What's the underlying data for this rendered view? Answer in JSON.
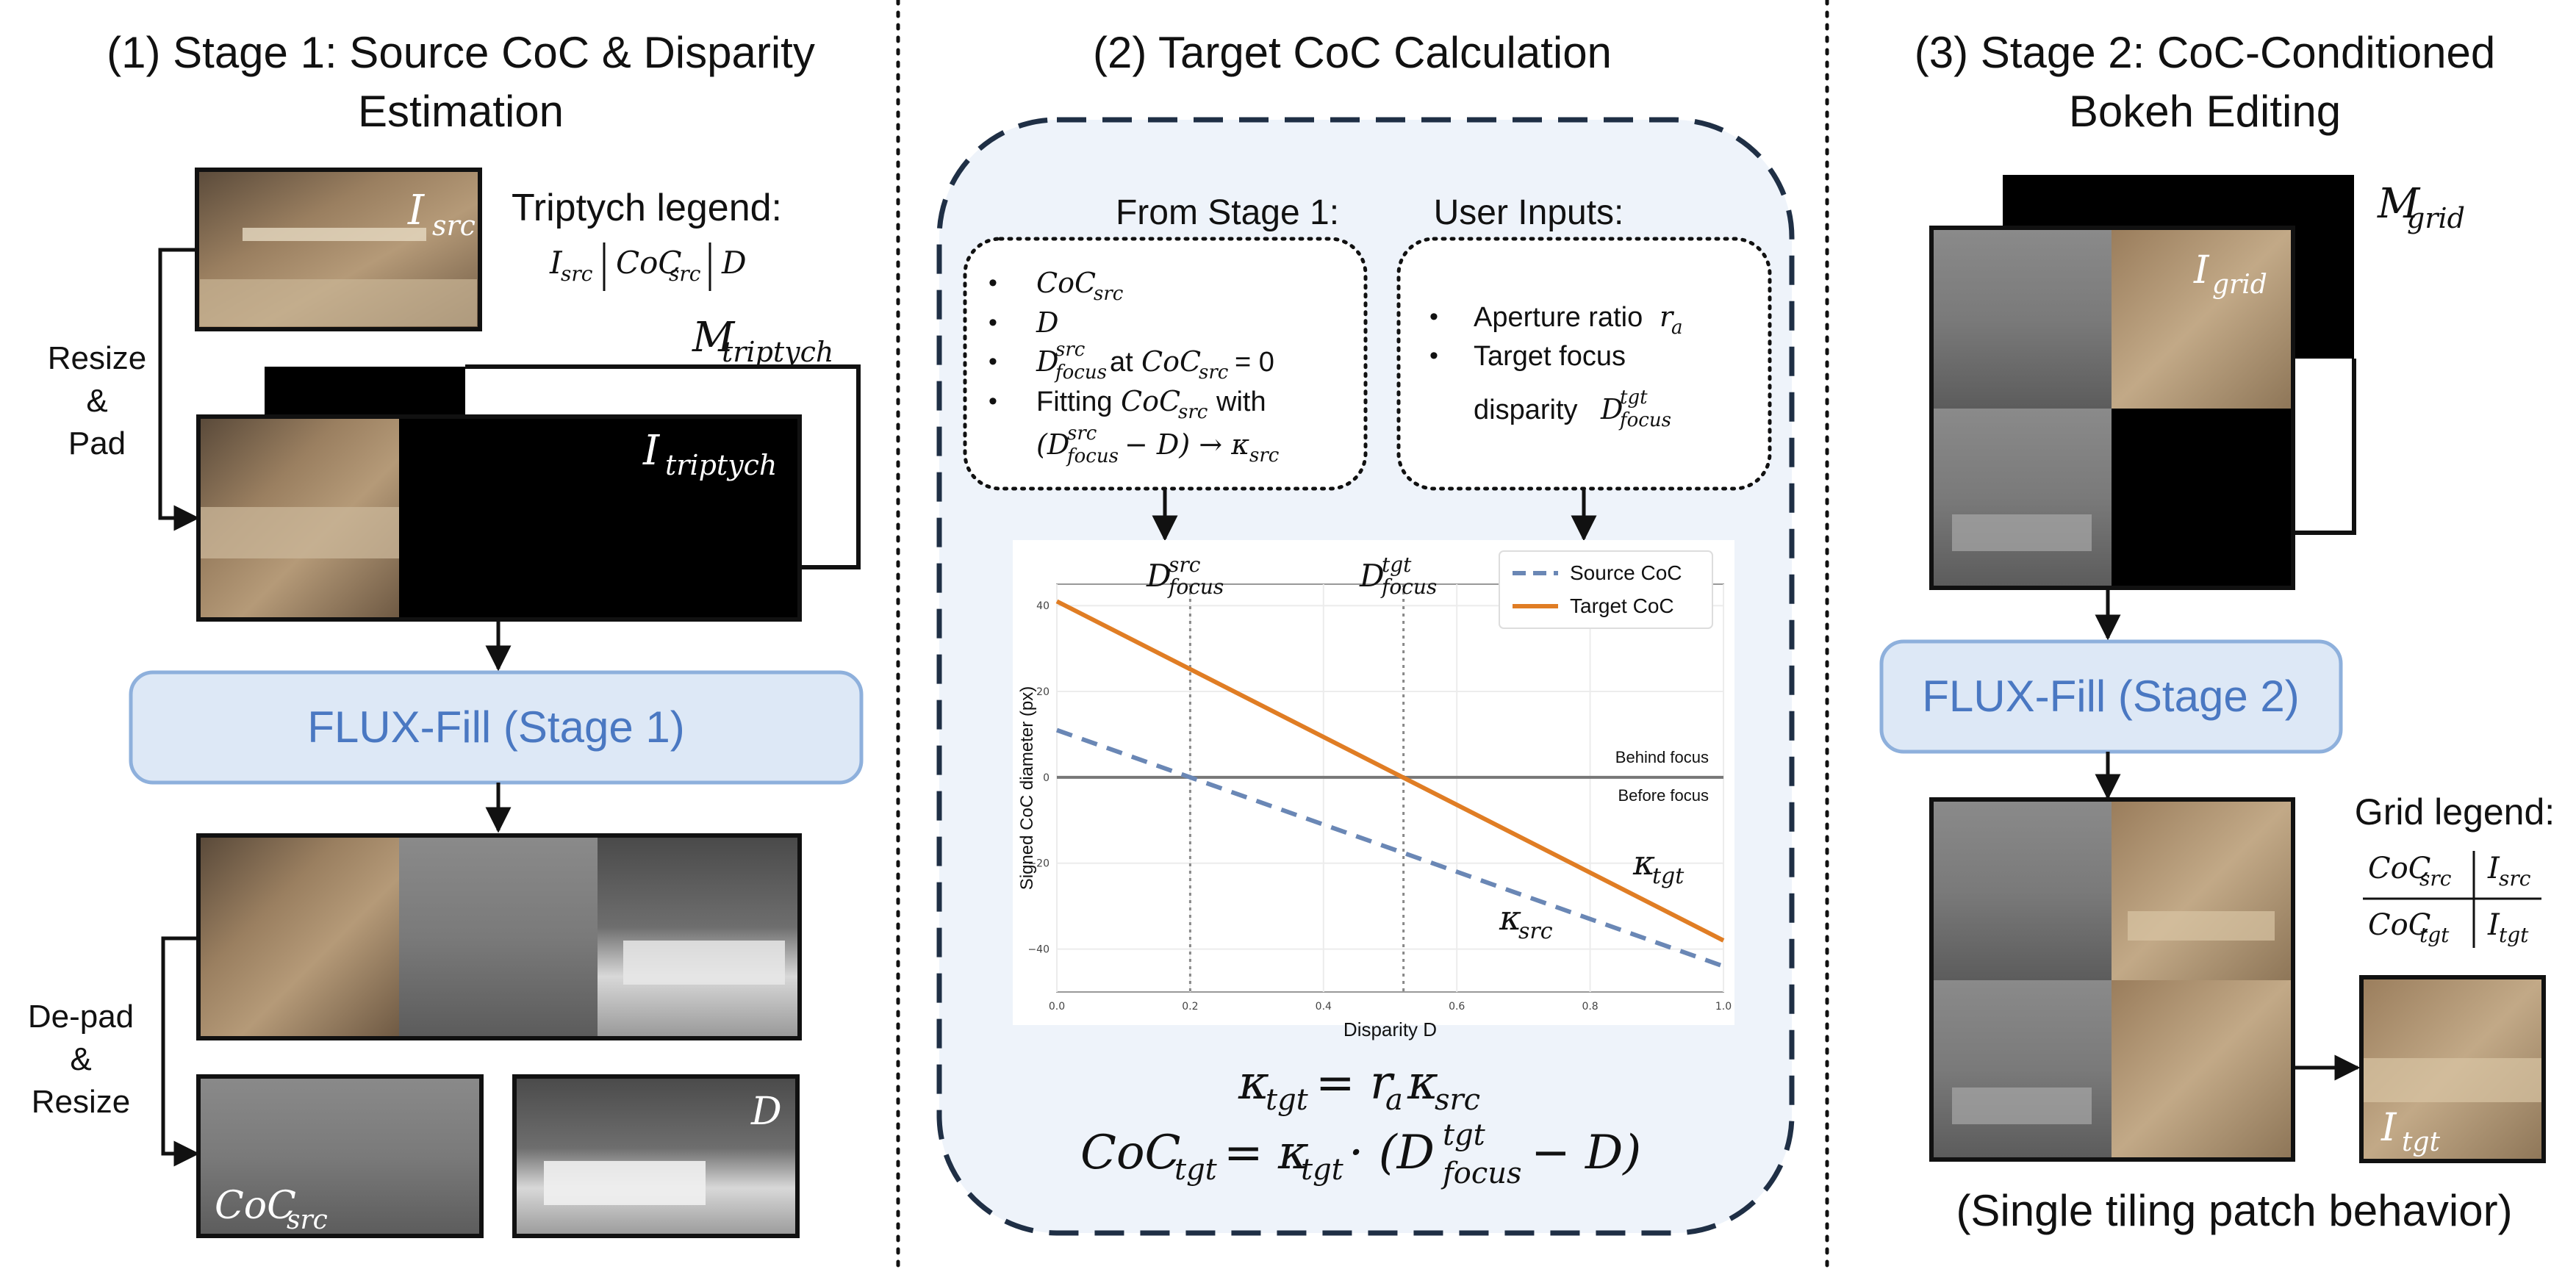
{
  "titles": {
    "stage1_line1": "(1) Stage 1: Source CoC & Disparity",
    "stage1_line2": "Estimation",
    "target": "(2) Target CoC Calculation",
    "stage2_line1": "(3) Stage 2: CoC-Conditioned",
    "stage2_line2": "Bokeh Editing"
  },
  "stage1": {
    "isrc_base": "I",
    "isrc_sub": "src",
    "triptych_legend": "Triptych legend:",
    "legend_i": "I",
    "legend_i_sub": "src",
    "legend_coc": "CoC",
    "legend_coc_sub": "src",
    "legend_d": "D",
    "m_triptych_base": "M",
    "m_triptych_sub": "triptych",
    "i_triptych_base": "I",
    "i_triptych_sub": "triptych",
    "resize_pad": [
      "Resize",
      "&",
      "Pad"
    ],
    "flux": "FLUX-Fill (Stage 1)",
    "depad_resize": [
      "De-pad",
      "&",
      "Resize"
    ],
    "coc_base": "CoC",
    "coc_sub": "src",
    "d_label": "D"
  },
  "target": {
    "from_stage1": "From Stage 1:",
    "user_inputs": "User Inputs:",
    "stage1_items": [
      "CoC_src",
      "D",
      "D^src_focus at CoC_src = 0",
      "Fitting CoC_src with",
      "(D^src_focus − D) → κ_src"
    ],
    "item_at": "at",
    "item_eq0": "= 0",
    "item_fitting": "Fitting",
    "item_with": "with",
    "user_items": [
      "Aperture ratio",
      "Target focus",
      "disparity"
    ],
    "eq1_lhs_base": "κ",
    "eq1_lhs_sub": "tgt",
    "eq1_rhs": "= r",
    "eq1_rhs_sub": "a",
    "eq1_k": "κ",
    "eq1_k_sub": "src",
    "eq2_lhs": "CoC",
    "eq2_lhs_sub": "tgt",
    "eq2_mid": "= κ",
    "eq2_mid_sub": "tgt",
    "eq2_dot": "· (D",
    "eq2_sup": "tgt",
    "eq2_sub": "focus",
    "eq2_end": "− D)"
  },
  "chart_data": {
    "type": "line",
    "xlabel": "Disparity D",
    "ylabel": "Signed CoC diameter (px)",
    "xlim": [
      0.0,
      1.0
    ],
    "ylim": [
      -50,
      45
    ],
    "x_ticks": [
      "0.0",
      "0.2",
      "0.4",
      "0.6",
      "0.8",
      "1.0"
    ],
    "y_ticks": [
      "40",
      "20",
      "0",
      "−20",
      "−40"
    ],
    "y_tick_values": [
      40,
      20,
      0,
      -20,
      -40
    ],
    "x_tick_values": [
      0.0,
      0.2,
      0.4,
      0.6,
      0.8,
      1.0
    ],
    "series": [
      {
        "name": "Source CoC",
        "x": [
          0.0,
          1.0
        ],
        "y": [
          11,
          -44
        ],
        "color": "#6a87b5",
        "dash": true
      },
      {
        "name": "Target CoC",
        "x": [
          0.0,
          1.0
        ],
        "y": [
          41,
          -38
        ],
        "color": "#e07d24",
        "dash": false
      }
    ],
    "vlines": [
      0.2,
      0.52
    ],
    "hline": 0,
    "annotations": {
      "behind": "Behind focus",
      "before": "Before focus",
      "k_tgt_base": "κ",
      "k_tgt_sub": "tgt",
      "k_src_base": "κ",
      "k_src_sub": "src",
      "dsrc_base": "D",
      "dsrc_sup": "src",
      "dsrc_sub": "focus",
      "dtgt_base": "D",
      "dtgt_sup": "tgt",
      "dtgt_sub": "focus"
    },
    "legend_position": "top-right"
  },
  "stage2": {
    "m_grid_base": "M",
    "m_grid_sub": "grid",
    "i_grid_base": "I",
    "i_grid_sub": "grid",
    "flux": "FLUX-Fill (Stage 2)",
    "grid_legend": "Grid legend:",
    "gl_coc_src": "CoC",
    "gl_coc_src_sub": "src",
    "gl_i_src": "I",
    "gl_i_src_sub": "src",
    "gl_coc_tgt": "CoC",
    "gl_coc_tgt_sub": "tgt",
    "gl_i_tgt": "I",
    "gl_i_tgt_sub": "tgt",
    "i_tgt_base": "I",
    "i_tgt_sub": "tgt",
    "caption": "(Single tiling patch behavior)"
  },
  "colors": {
    "flux_fill": "#dde8f6",
    "flux_border": "#8eb0dc",
    "flux_text": "#4a78c2",
    "panel_bg": "#eef3fa",
    "panel_border": "#1f2f45",
    "source": "#6a87b5",
    "target": "#e07d24"
  }
}
